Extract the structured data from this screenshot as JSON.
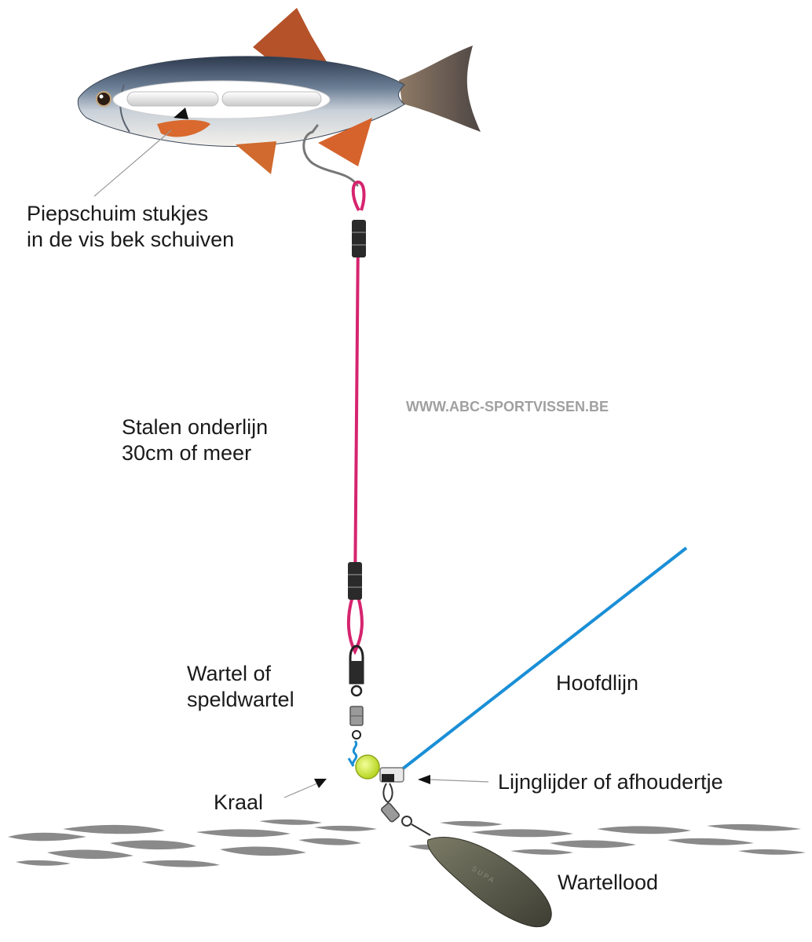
{
  "labels": {
    "foam": [
      "Piepschuim stukjes",
      "in de vis bek schuiven"
    ],
    "leader": [
      "Stalen onderlijn",
      "30cm of meer"
    ],
    "swivel": [
      "Wartel of",
      "speldwartel"
    ],
    "bead": "Kraal",
    "main_line": "Hoofdlijn",
    "slider": "Lijnglijder of afhoudertje",
    "sinker": "Wartellood"
  },
  "watermark": "WWW.ABC-SPORTVISSEN.BE",
  "colors": {
    "leader_line": "#d6246e",
    "main_line": "#1a8fd6",
    "bead": "#c9e63a",
    "fish_fins": "#d9692e",
    "fish_tail": "#5a5452",
    "lead": "#5a5a4c",
    "bottom": "#8a8a8a"
  }
}
